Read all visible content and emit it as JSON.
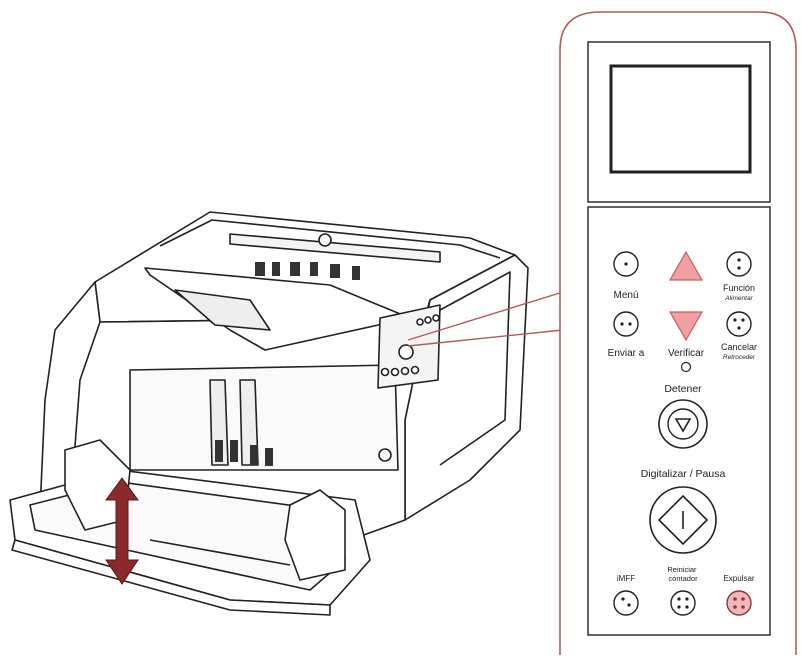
{
  "panel": {
    "labels": {
      "menu": "Menú",
      "function": "Función",
      "function_sub": "Alimentar",
      "send_to": "Enviar a",
      "verify": "Verificar",
      "cancel": "Cancelar",
      "cancel_sub": "Retroceder",
      "stop": "Detener",
      "scan_pause": "Digitalizar / Pausa",
      "intelligent_multifeed": "iMFF",
      "reset_counter": "Reiniciar contador",
      "eject": "Expulsar"
    }
  },
  "colors": {
    "callout_outline": "#b05a5a",
    "arrow_red": "#f0a0a0",
    "arrow_red_stroke": "#c06060",
    "lift_arrow": "#8a2a2a",
    "eject_fill": "#f2b8b8",
    "line": "#222222"
  },
  "icons": {
    "stop": "stop-octagon-icon",
    "scan": "scan-diamond-icon",
    "up": "up-triangle-icon",
    "down": "down-triangle-icon",
    "lift": "double-arrow-icon"
  }
}
